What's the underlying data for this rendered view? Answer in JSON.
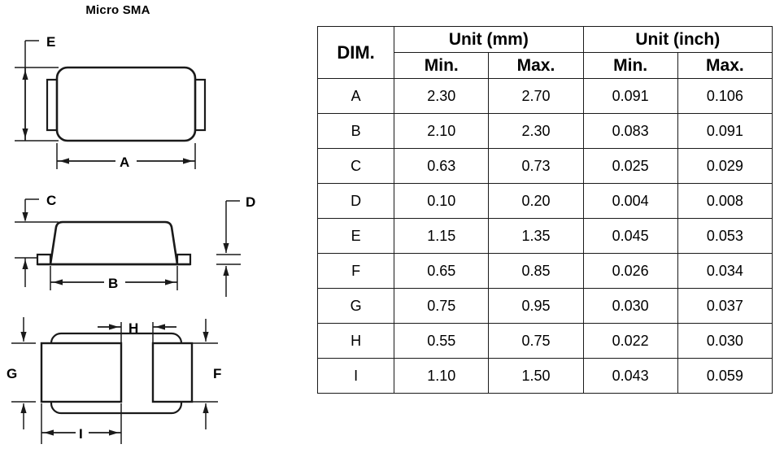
{
  "drawing": {
    "title": "Micro SMA",
    "views": {
      "top": {
        "name": "top-view",
        "labels": {
          "height": "E",
          "length": "A"
        }
      },
      "side": {
        "name": "side-view",
        "labels": {
          "standoff": "C",
          "length": "B",
          "thickness": "D"
        }
      },
      "bottom": {
        "name": "bottom-view",
        "labels": {
          "pad_width_left": "G",
          "pad_width_right": "F",
          "gap": "H",
          "pad_length": "I"
        }
      }
    }
  },
  "table": {
    "header": {
      "dim": "DIM.",
      "unit_mm": "Unit (mm)",
      "unit_inch": "Unit (inch)",
      "min": "Min.",
      "max": "Max."
    },
    "rows": [
      {
        "dim": "A",
        "mm_min": "2.30",
        "mm_max": "2.70",
        "in_min": "0.091",
        "in_max": "0.106"
      },
      {
        "dim": "B",
        "mm_min": "2.10",
        "mm_max": "2.30",
        "in_min": "0.083",
        "in_max": "0.091"
      },
      {
        "dim": "C",
        "mm_min": "0.63",
        "mm_max": "0.73",
        "in_min": "0.025",
        "in_max": "0.029"
      },
      {
        "dim": "D",
        "mm_min": "0.10",
        "mm_max": "0.20",
        "in_min": "0.004",
        "in_max": "0.008"
      },
      {
        "dim": "E",
        "mm_min": "1.15",
        "mm_max": "1.35",
        "in_min": "0.045",
        "in_max": "0.053"
      },
      {
        "dim": "F",
        "mm_min": "0.65",
        "mm_max": "0.85",
        "in_min": "0.026",
        "in_max": "0.034"
      },
      {
        "dim": "G",
        "mm_min": "0.75",
        "mm_max": "0.95",
        "in_min": "0.030",
        "in_max": "0.037"
      },
      {
        "dim": "H",
        "mm_min": "0.55",
        "mm_max": "0.75",
        "in_min": "0.022",
        "in_max": "0.030"
      },
      {
        "dim": "I",
        "mm_min": "1.10",
        "mm_max": "1.50",
        "in_min": "0.043",
        "in_max": "0.059"
      }
    ]
  },
  "colors": {
    "line": "#1a1a1a",
    "background": "#ffffff"
  }
}
